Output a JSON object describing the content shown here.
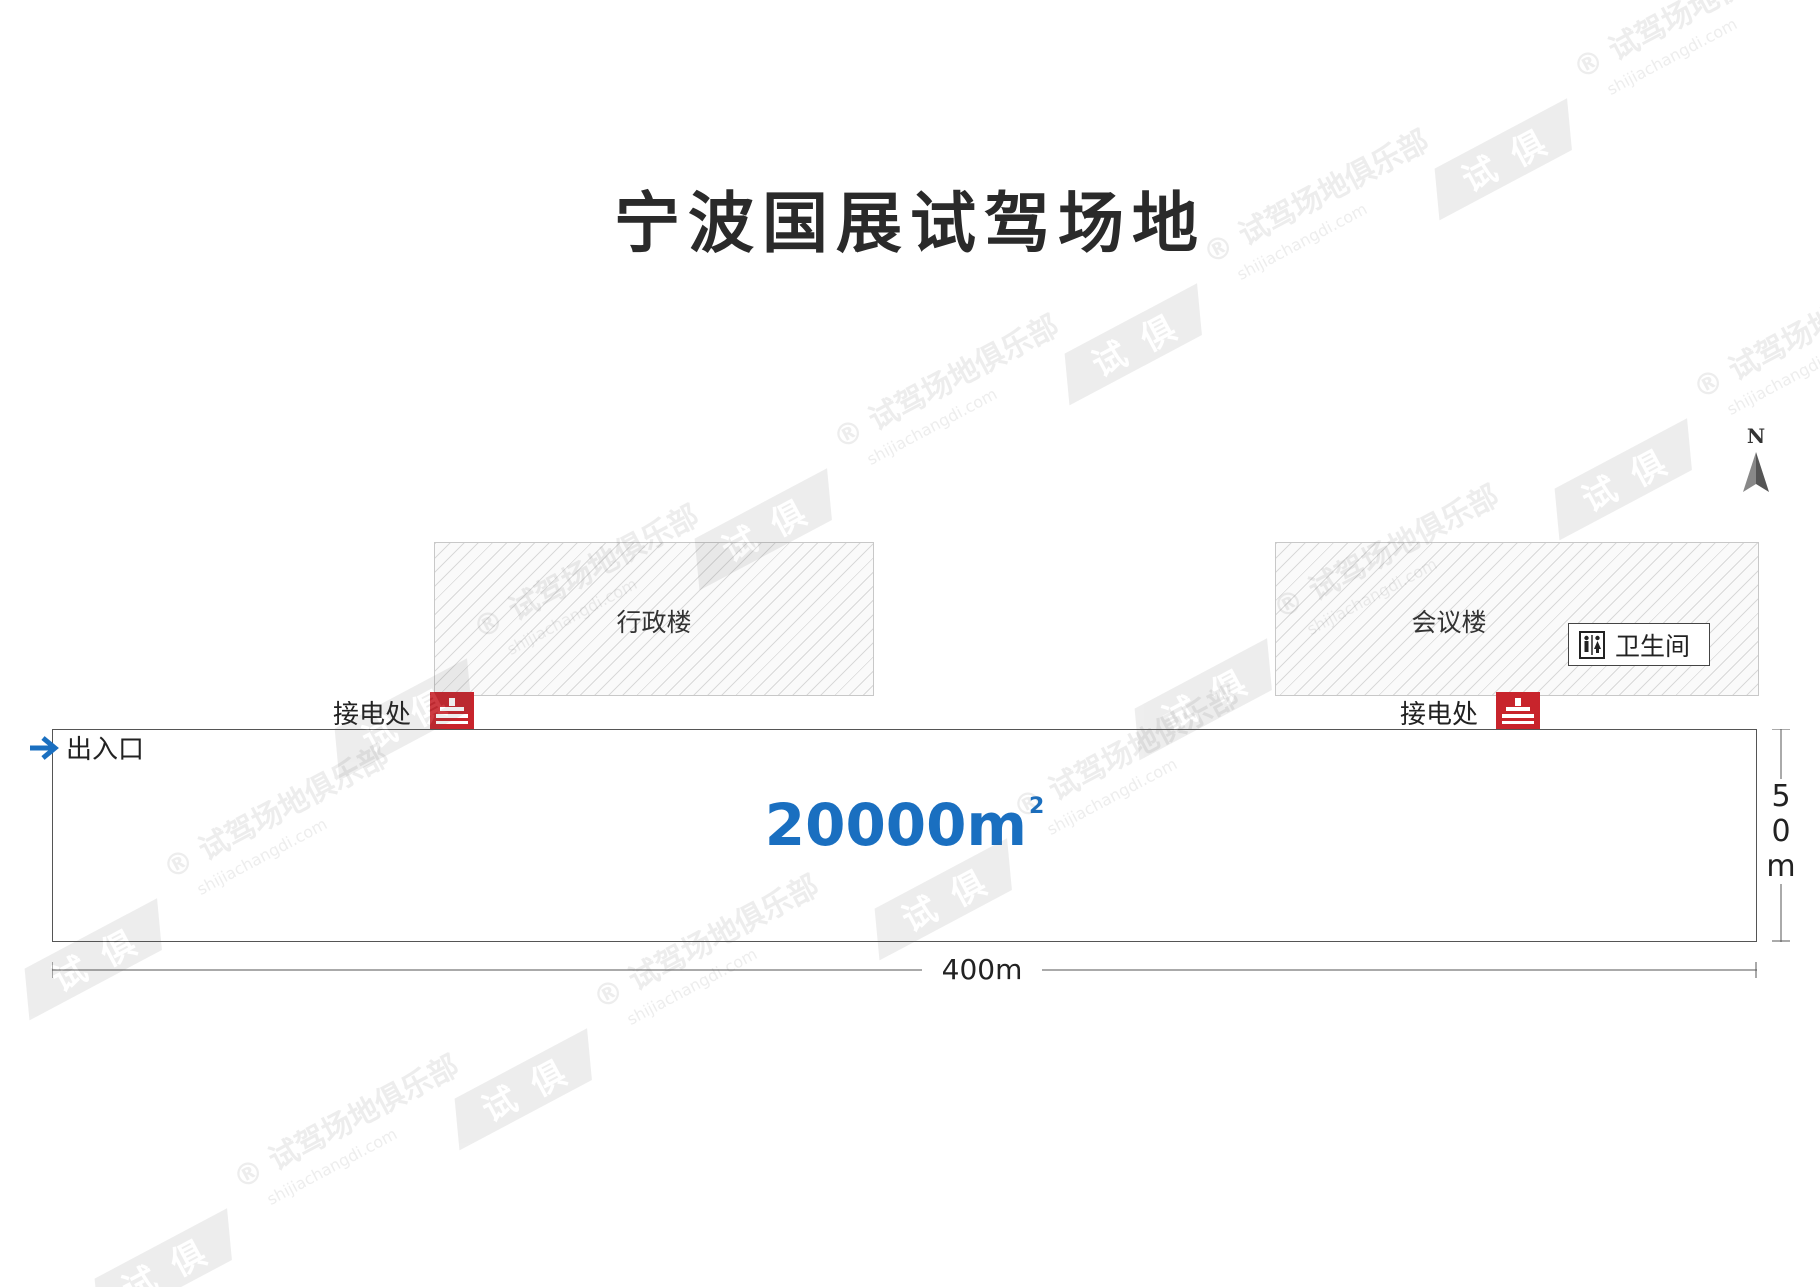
{
  "title": "宁波国展试驾场地",
  "compass": {
    "label": "N"
  },
  "buildings": [
    {
      "label": "行政楼"
    },
    {
      "label": "会议楼"
    }
  ],
  "power_points": [
    {
      "label": "接电处"
    },
    {
      "label": "接电处"
    }
  ],
  "restroom": {
    "label": "卫生间",
    "icon": "restroom-icon"
  },
  "entrance": {
    "label": "出入口",
    "icon": "arrow-right-icon"
  },
  "site": {
    "area_value": "20000m",
    "area_unit_sup": "2",
    "width_label": "400m",
    "height_label_chars": [
      "5",
      "0",
      "m"
    ]
  },
  "watermark": {
    "brand": "试驾场地俱乐部",
    "url": "shijiachangdi.com",
    "mark": "®",
    "logo_chars": [
      "试",
      "俱"
    ]
  },
  "colors": {
    "accent_blue": "#1a6fc0",
    "power_red": "#c8242c",
    "title": "#2a2a2a"
  }
}
